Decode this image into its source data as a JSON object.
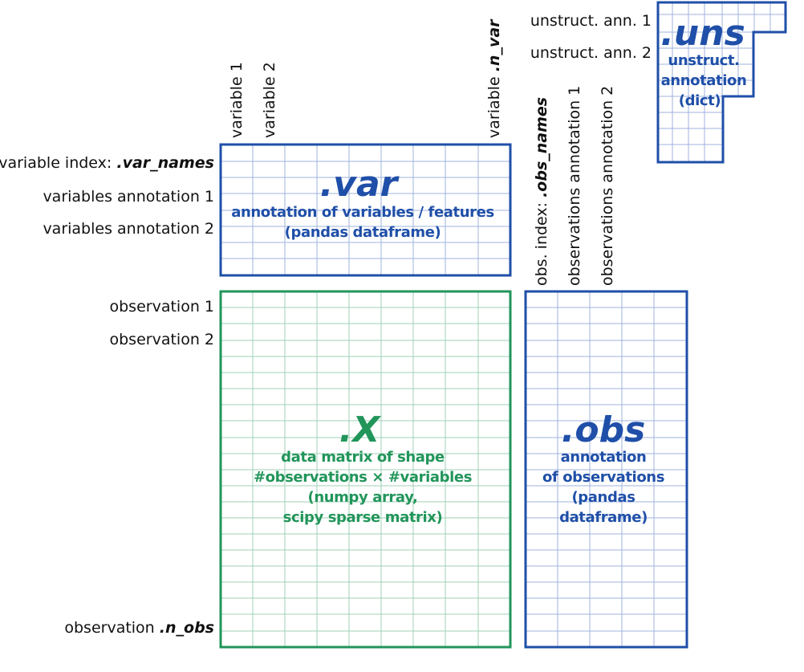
{
  "colors": {
    "blue": "#1f4fa8",
    "green": "#21955a",
    "blue_grid": "#9fb3de",
    "green_grid": "#9fd0b5"
  },
  "var_block": {
    "title": ".var",
    "desc_lines": [
      "annotation of variables / features",
      "(pandas dataframe)"
    ],
    "col_labels": [
      {
        "text": "variable 1"
      },
      {
        "text": "variable 2"
      },
      {
        "text": "variable ",
        "em": ".n_var"
      }
    ],
    "row_labels": [
      {
        "text": "variable index: ",
        "em": ".var_names"
      },
      {
        "text": "variables annotation 1"
      },
      {
        "text": "variables annotation 2"
      }
    ]
  },
  "x_block": {
    "title": ".X",
    "desc_lines": [
      "data matrix of shape",
      "#observations × #variables",
      "(numpy array,",
      "scipy sparse matrix)"
    ],
    "row_labels": [
      {
        "text": "observation 1"
      },
      {
        "text": "observation 2"
      },
      {
        "text": "observation ",
        "em": ".n_obs"
      }
    ]
  },
  "obs_block": {
    "title": ".obs",
    "desc_lines": [
      "annotation",
      "of observations",
      "(pandas",
      "dataframe)"
    ],
    "col_labels": [
      {
        "text": "obs. index: ",
        "em": ".obs_names"
      },
      {
        "text": "observations annotation 1"
      },
      {
        "text": "observations annotation 2"
      }
    ]
  },
  "uns_block": {
    "title": ".uns",
    "desc_lines": [
      "unstruct.",
      "annotation",
      "(dict)"
    ],
    "row_labels": [
      {
        "text": "unstruct. ann. 1"
      },
      {
        "text": "unstruct. ann. 2"
      }
    ]
  }
}
